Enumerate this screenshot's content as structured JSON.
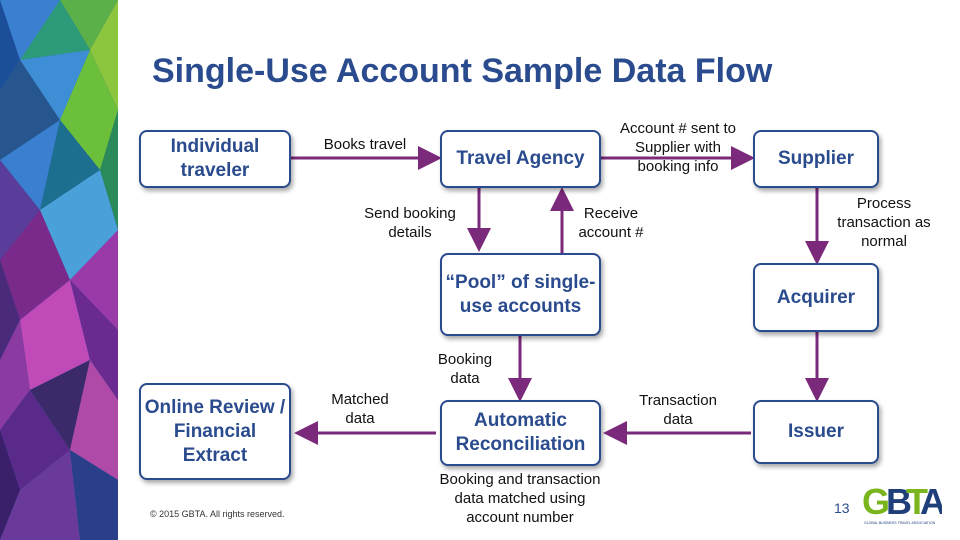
{
  "title": "Single-Use Account Sample Data Flow",
  "nodes": {
    "individual_traveler": "Individual traveler",
    "travel_agency": "Travel Agency",
    "supplier": "Supplier",
    "pool": "“Pool” of single- use accounts",
    "acquirer": "Acquirer",
    "online_review": "Online Review / Financial Extract",
    "automatic_reconciliation": "Automatic Reconciliation",
    "issuer": "Issuer"
  },
  "labels": {
    "books_travel": "Books  travel",
    "account_sent": "Account # sent to\nSupplier with\nbooking info",
    "send_booking": "Send booking\ndetails",
    "receive_account": "Receive\naccount #",
    "process_transaction": "Process\ntransaction as\nnormal",
    "booking_data": "Booking\ndata",
    "matched_data": "Matched\ndata",
    "transaction_data": "Transaction\ndata",
    "booking_transaction_matched": "Booking and transaction\ndata matched using\naccount number"
  },
  "footer": {
    "copyright": "© 2015 GBTA. All rights reserved.",
    "page_number": "13",
    "logo_text": "GBTA",
    "logo_tagline": "GLOBAL BUSINESS TRAVEL ASSOCIATION"
  },
  "colors": {
    "title": "#2a4b8d",
    "border": "#2a4b8d",
    "arrow": "#7b2a7b",
    "logo_green": "#7ab51d",
    "logo_navy": "#1f3f7a"
  }
}
